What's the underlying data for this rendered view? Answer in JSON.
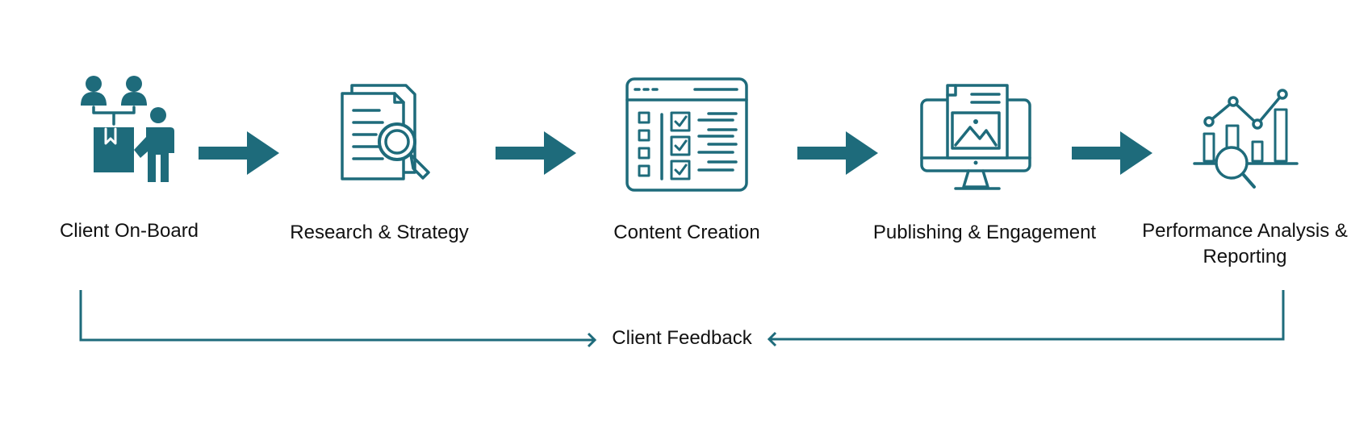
{
  "colors": {
    "primary": "#1e6b7b",
    "text": "#111111",
    "background": "#ffffff"
  },
  "steps": [
    {
      "label": "Client On-Board",
      "icon": "client-onboard-icon"
    },
    {
      "label": "Research & Strategy",
      "icon": "document-search-icon"
    },
    {
      "label": "Content Creation",
      "icon": "checklist-window-icon"
    },
    {
      "label": "Publishing & Engagement",
      "icon": "monitor-publish-icon"
    },
    {
      "label": "Performance Analysis & Reporting",
      "icon": "analytics-search-icon"
    }
  ],
  "feedback": {
    "label": "Client Feedback"
  }
}
